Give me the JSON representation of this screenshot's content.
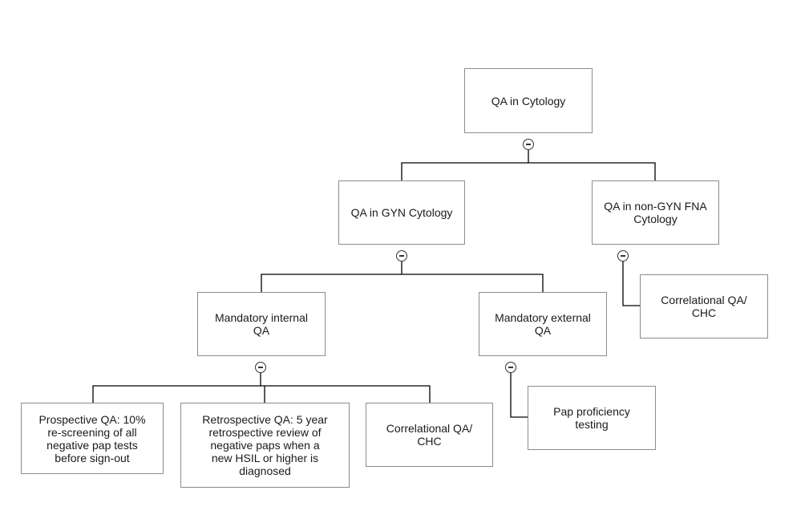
{
  "diagram": {
    "root": {
      "label": "QA in Cytology"
    },
    "gyn": {
      "label_lines": [
        "QA in GYN Cytology"
      ]
    },
    "non_gyn": {
      "label_lines": [
        "QA in non-GYN FNA",
        "Cytology"
      ]
    },
    "non_gyn_children": [
      {
        "label_lines": [
          "Correlational QA/",
          "CHC"
        ]
      }
    ],
    "mandatory_internal": {
      "label_lines": [
        "Mandatory internal",
        "QA"
      ]
    },
    "mandatory_external": {
      "label_lines": [
        "Mandatory external",
        "QA"
      ]
    },
    "external_children": [
      {
        "label_lines": [
          "Pap proficiency",
          "testing"
        ]
      }
    ],
    "internal_children": [
      {
        "label_lines": [
          "Prospective QA: 10%",
          "re-screening of all",
          "negative pap tests",
          "before sign-out"
        ]
      },
      {
        "label_lines": [
          "Retrospective QA: 5 year",
          "retrospective review of",
          "negative paps when a",
          "new HSIL or higher is",
          "diagnosed"
        ]
      },
      {
        "label_lines": [
          "Correlational QA/",
          "CHC"
        ]
      }
    ],
    "toggle_icon": "collapse-minus-icon",
    "colors": {
      "node_border": "#8c8c8c",
      "connector": "#000000",
      "text": "#1a1a1a"
    }
  }
}
